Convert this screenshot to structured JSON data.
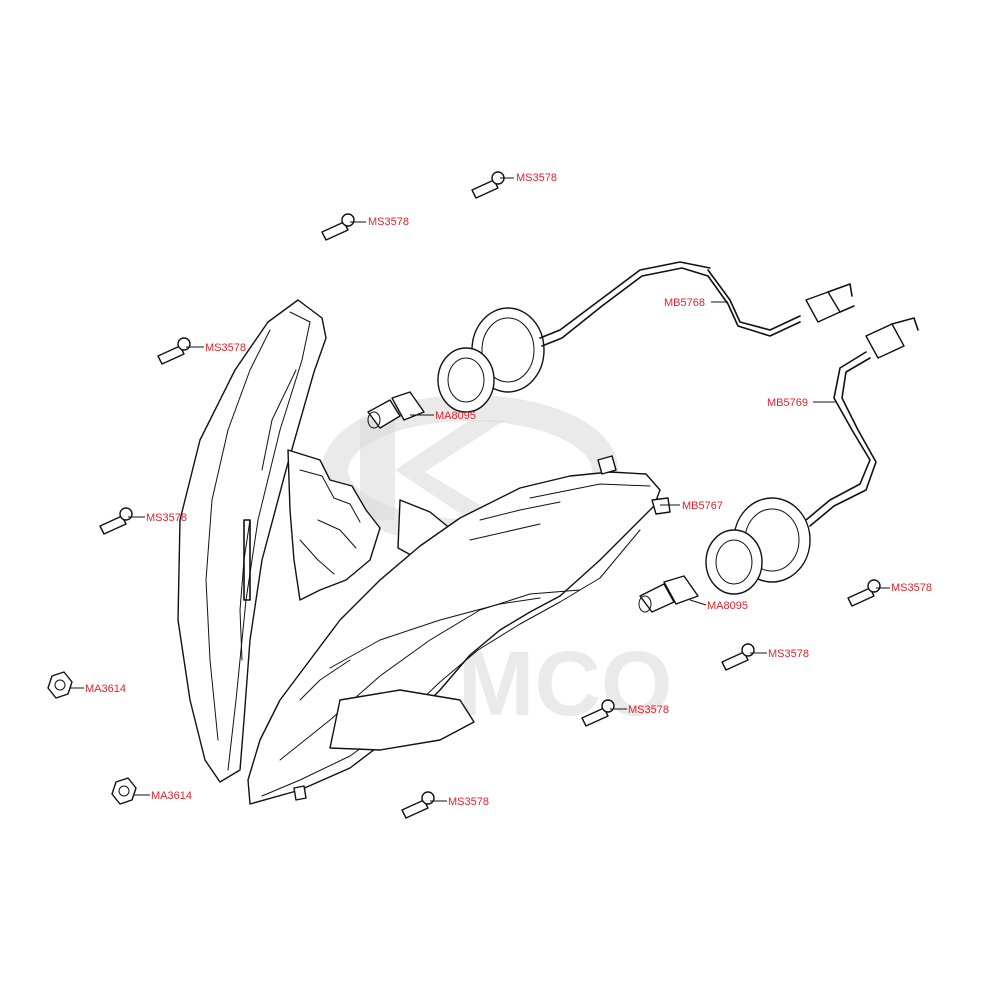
{
  "watermark": {
    "text": "KYMCO",
    "color": "#d9d9d9"
  },
  "label_color": "#e8202a",
  "labels": {
    "ms3578_a": "MS3578",
    "ms3578_b": "MS3578",
    "ms3578_c": "MS3578",
    "ms3578_d": "MS3578",
    "ms3578_e": "MS3578",
    "ms3578_f": "MS3578",
    "ms3578_g": "MS3578",
    "ms3578_h": "MS3578",
    "mb5768": "MB5768",
    "mb5769": "MB5769",
    "mb5767": "MB5767",
    "ma8095_a": "MA8095",
    "ma8095_b": "MA8095",
    "ma3614_a": "MA3614",
    "ma3614_b": "MA3614"
  }
}
